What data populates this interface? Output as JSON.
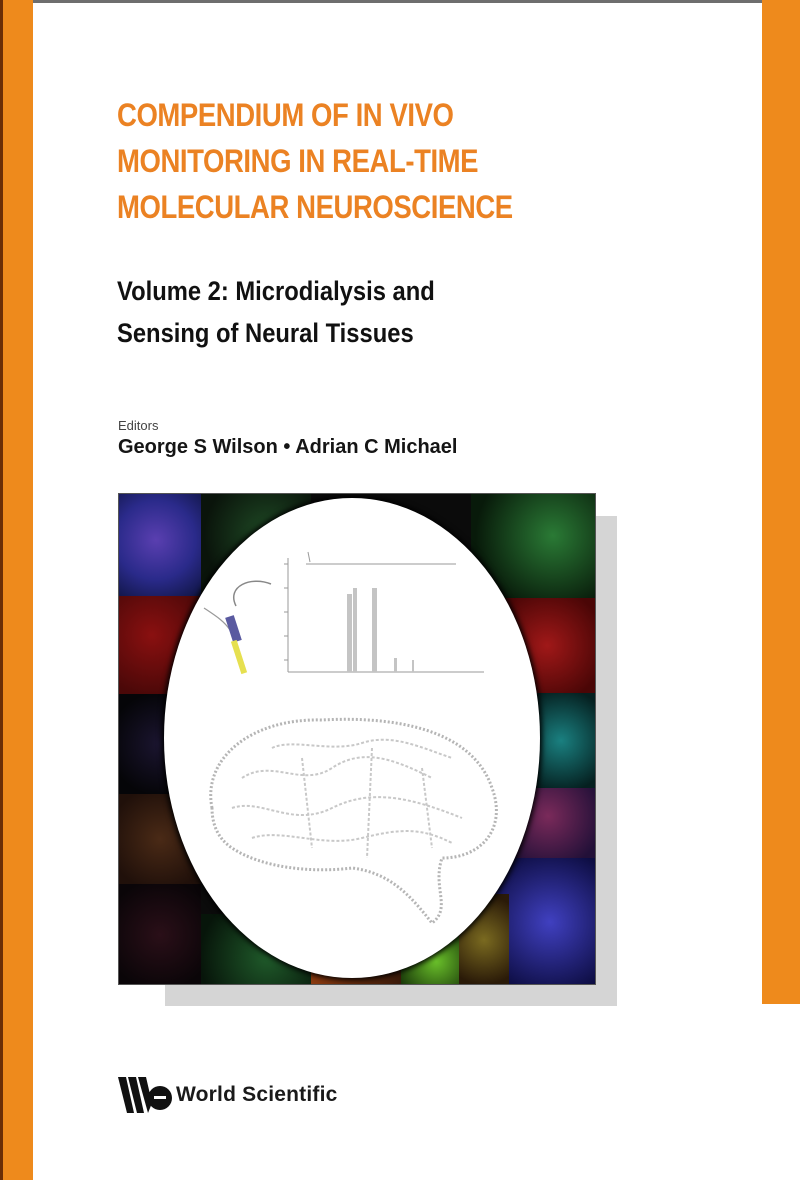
{
  "cover": {
    "title_lines": [
      "COMPENDIUM OF IN VIVO",
      "MONITORING IN REAL-TIME",
      "MOLECULAR NEUROSCIENCE"
    ],
    "subtitle_lines": [
      "Volume 2: Microdialysis and",
      "Sensing of Neural Tissues"
    ],
    "editors_label": "Editors",
    "editors": "George S Wilson • Adrian C Michael",
    "publisher": "World Scientific",
    "publisher_logo_icon": "ws-logo-icon",
    "artwork": {
      "description": "collage of fluorescent microscopy tiles surrounding white ellipse with chromatogram plot, microdialysis probe and brain outline sketch",
      "icons": [
        "chromatogram-illustration",
        "probe-illustration",
        "brain-outline-illustration"
      ]
    },
    "colors": {
      "accent_orange": "#ee8a1c",
      "title_orange": "#eb8223",
      "text_dark": "#111111",
      "shadow_gray": "#d5d5d5"
    }
  }
}
